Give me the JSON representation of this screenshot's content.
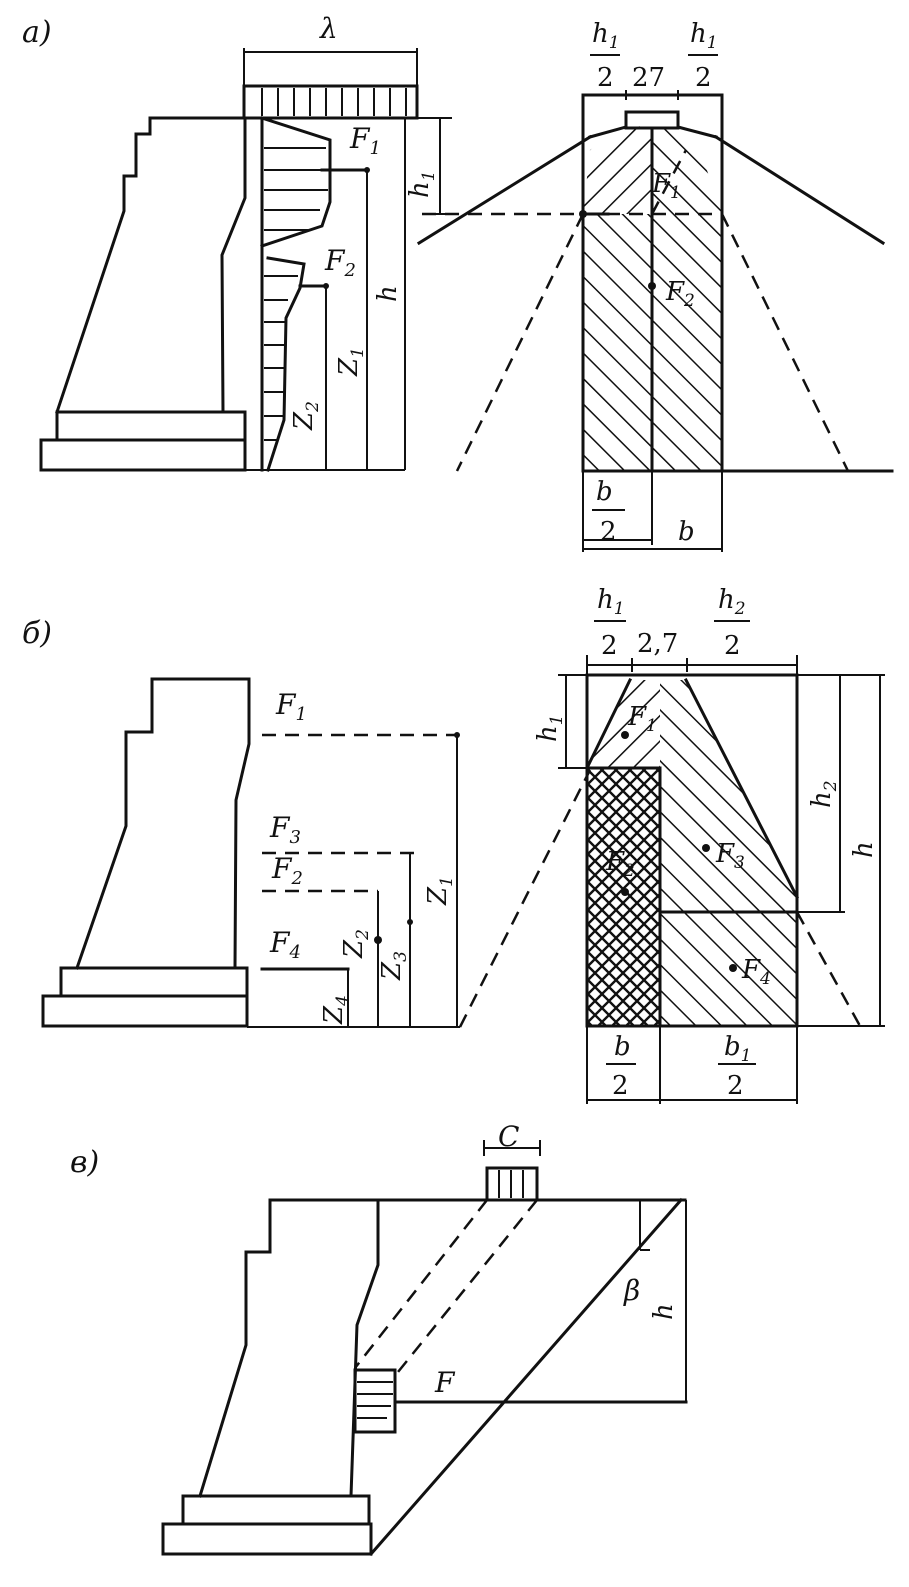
{
  "panels": {
    "a": {
      "tag": "а)",
      "lambda": "λ",
      "F1": "F",
      "F1_sub": "1",
      "F2": "F",
      "F2_sub": "2",
      "h1": "h",
      "h1_sub": "1",
      "h": "h",
      "Z1": "Z",
      "Z1_sub": "1",
      "Z2": "Z",
      "Z2_sub": "2",
      "top_left_num": "h",
      "top_left_num_sub": "1",
      "top_left_den": "2",
      "top_mid": "27",
      "top_right_num": "h",
      "top_right_num_sub": "1",
      "top_right_den": "2",
      "plan_F1": "F",
      "plan_F1_sub": "1",
      "plan_F2": "F",
      "plan_F2_sub": "2",
      "bot_num": "b",
      "bot_den": "2",
      "bot_b": "b"
    },
    "b": {
      "tag": "б)",
      "F1": "F",
      "F1_sub": "1",
      "F3": "F",
      "F3_sub": "3",
      "F2": "F",
      "F2_sub": "2",
      "F4": "F",
      "F4_sub": "4",
      "Z1": "Z",
      "Z1_sub": "1",
      "Z2": "Z",
      "Z2_sub": "2",
      "Z3": "Z",
      "Z3_sub": "3",
      "Z4": "Z",
      "Z4_sub": "4",
      "top_left_num": "h",
      "top_left_num_sub": "1",
      "top_left_den": "2",
      "top_mid": "2,7",
      "top_right_num": "h",
      "top_right_num_sub": "2",
      "top_right_den": "2",
      "h1": "h",
      "h1_sub": "1",
      "h2": "h",
      "h2_sub": "2",
      "h": "h",
      "plan_F1": "F",
      "plan_F1_sub": "1",
      "plan_F2": "F",
      "plan_F2_sub": "2",
      "plan_F3": "F",
      "plan_F3_sub": "3",
      "plan_F4": "F",
      "plan_F4_sub": "4",
      "bot_left_num": "b",
      "bot_left_den": "2",
      "bot_right_num": "b",
      "bot_right_num_sub": "1",
      "bot_right_den": "2"
    },
    "c": {
      "tag": "в)",
      "C": "C",
      "beta": "β",
      "h": "h",
      "F": "F"
    }
  }
}
